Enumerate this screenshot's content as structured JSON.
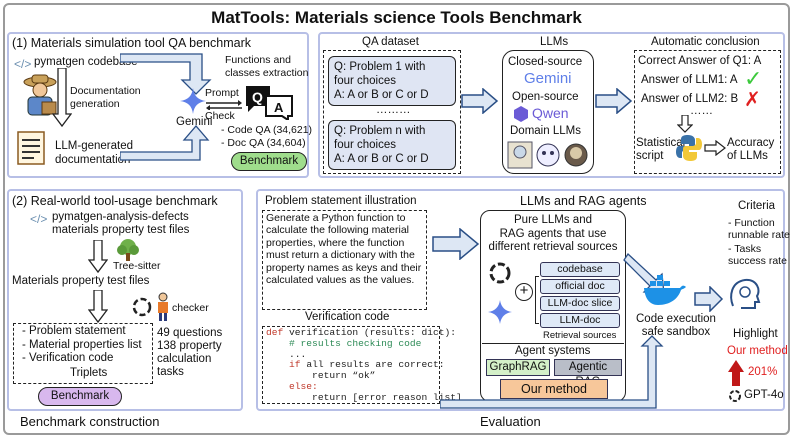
{
  "title": "MatTools: Materials science Tools Benchmark",
  "p1": {
    "heading": "(1) Materials simulation tool QA benchmark",
    "codebase": "pymatgen codebase",
    "func_extract": "Functions and\nclasses extraction",
    "doc_gen": "Documentation\ngeneration",
    "prompt": "Prompt",
    "check": "Check",
    "gemini": "Gemini",
    "llm_doc": "LLM-generated\ndocumentation",
    "code_qa": "- Code QA (34,621)",
    "doc_qa": "- Doc QA (34,604)",
    "benchmark": "Benchmark"
  },
  "p2": {
    "qa_dataset": "QA dataset",
    "q1": "Q: Problem 1 with\nfour choices",
    "a1": "A: A or B or C or D",
    "dots": "………",
    "qn": "Q: Problem n with\nfour choices",
    "an": "A: A or B or C or D",
    "llms": "LLMs",
    "closed": "Closed-source",
    "gemini": "Gemini",
    "open": "Open-source",
    "qwen": "Qwen",
    "domain": "Domain LLMs",
    "auto": "Automatic conclusion",
    "correct": "Correct Answer of Q1: A",
    "ans1": "Answer of LLM1: A",
    "ans2": "Answer of LLM2: B",
    "dots2": "……",
    "stat": "Statistical\nscript",
    "accuracy": "Accuracy\nof LLMs"
  },
  "p3": {
    "heading": "(2) Real-world tool-usage benchmark",
    "files": "pymatgen-analysis-defects\nmaterials property test files",
    "tree": "Tree-sitter",
    "mp_files": "Materials property test files",
    "checker": "checker",
    "items": [
      "- Problem statement",
      "- Material properties list",
      "- Verification code"
    ],
    "triplets": "Triplets",
    "stats": "49 questions\n138 property\ncalculation\ntasks",
    "benchmark": "Benchmark",
    "caption": "Benchmark construction"
  },
  "p4": {
    "ps_title": "Problem statement illustration",
    "ps_text": "Generate a Python function to calculate the following material properties, where the function must return a dictionary with the property names as keys and their calculated values as the values.",
    "vc_title": "Verification code",
    "code": [
      {
        "k": "def ",
        "r": "verification (results: dict):"
      },
      {
        "k": "",
        "r": "    # results checking code"
      },
      {
        "k": "",
        "r": "    ..."
      },
      {
        "k": "    if ",
        "r": "all results are correct:"
      },
      {
        "k": "",
        "r": "        return “ok”"
      },
      {
        "k": "    else:",
        "r": ""
      },
      {
        "k": "",
        "r": "        return [error reason list]"
      }
    ],
    "rag_title": "LLMs and RAG agents",
    "pure": "Pure LLMs and\nRAG agents that use\ndifferent retrieval sources",
    "sources": [
      "codebase",
      "official doc",
      "LLM-doc slice",
      "LLM-doc"
    ],
    "retrieval": "Retrieval sources",
    "agent_sys": "Agent systems",
    "graphrag": "GraphRAG",
    "agentic": "Agentic RAG",
    "ourmethod": "Our method",
    "sandbox": "Code execution\nsafe sandbox",
    "criteria": "Criteria",
    "c1": "- Function\nrunnable rate",
    "c2": "- Tasks\nsuccess rate",
    "highlight": "Highlight",
    "our": "Our method",
    "pct": "201%",
    "gpt": "GPT-4o",
    "caption": "Evaluation"
  },
  "colors": {
    "panel_border": "#b7bfe6",
    "arrow_fill": "#dde7f4",
    "arrow_stroke": "#2a4f86",
    "benchmark": "#9fdd8c",
    "benchmark2": "#d8b8ee",
    "ourmethod": "#f7c79a",
    "red": "#e02020",
    "green": "#3cc93c"
  }
}
